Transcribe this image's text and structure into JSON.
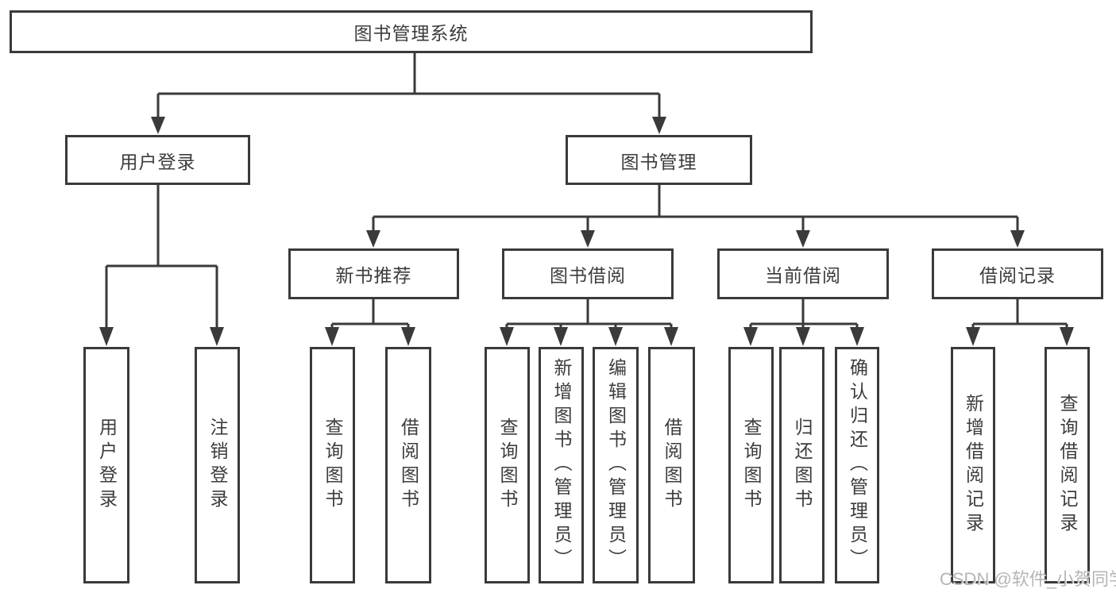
{
  "diagram": {
    "root": "图书管理系统",
    "user_login": "用户登录",
    "book_management": "图书管理",
    "new_book_recommend": "新书推荐",
    "book_borrow": "图书借阅",
    "current_borrow": "当前借阅",
    "borrow_records": "借阅记录",
    "leaves": [
      "用户登录",
      "注销登录",
      "查询图书",
      "借阅图书",
      "查询图书",
      "新增图书（管理员）",
      "编辑图书（管理员）",
      "借阅图书",
      "查询图书",
      "归还图书",
      "确认归还（管理员）",
      "新增借阅记录",
      "查询借阅记录"
    ]
  },
  "watermark": {
    "text": "CSDN @软件_小贺同学"
  },
  "colors": {
    "line": "#3a3a3a",
    "text": "#3c3c3c",
    "watermark": "#b5b5b5",
    "background": "#ffffff"
  }
}
